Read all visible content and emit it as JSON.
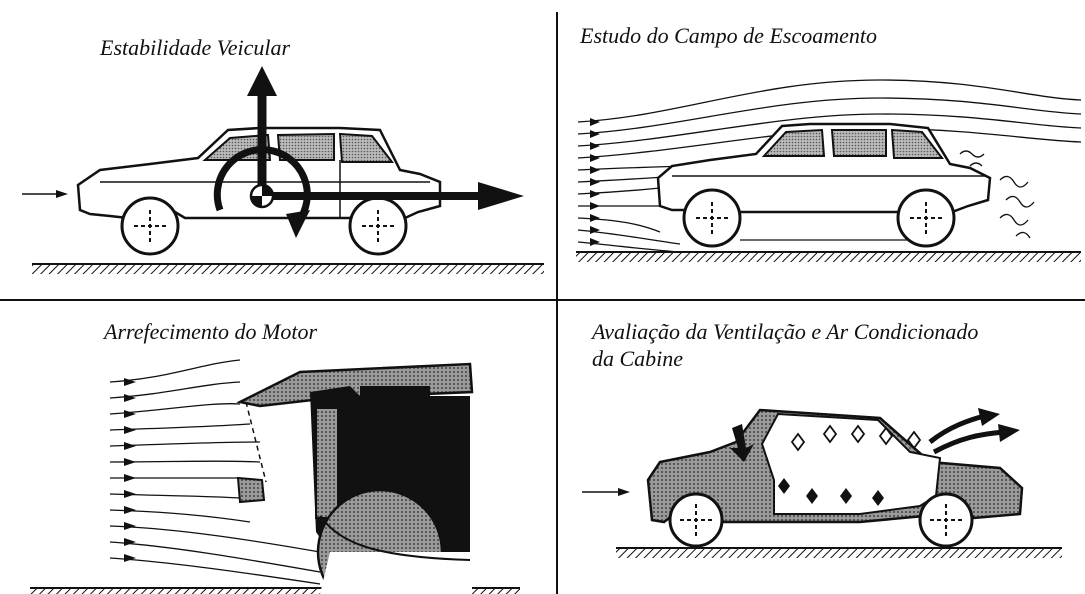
{
  "panels": {
    "top_left": {
      "caption": "Estabilidade Veicular"
    },
    "top_right": {
      "caption": "Estudo do Campo de Escoamento"
    },
    "bottom_left": {
      "caption": "Arrefecimento do Motor"
    },
    "bottom_right": {
      "caption_line1": "Avaliação da Ventilação e Ar Condicionado",
      "caption_line2": "da Cabine"
    }
  },
  "colors": {
    "ink": "#111111",
    "shade": "#8a8a8a",
    "background": "#ffffff"
  }
}
